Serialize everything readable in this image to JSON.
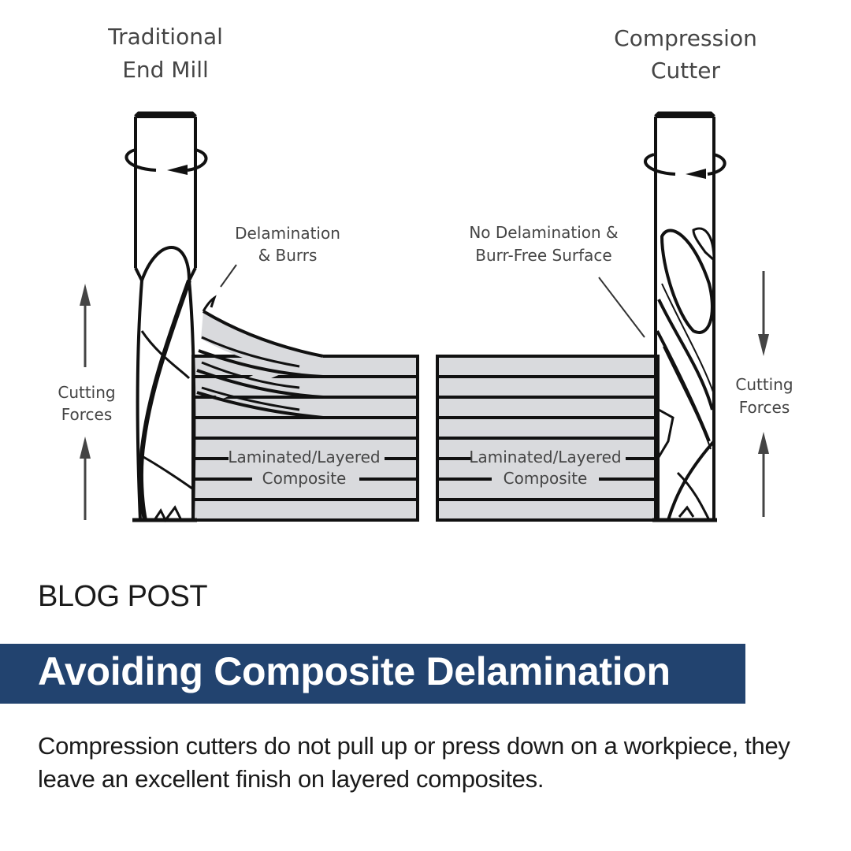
{
  "diagram": {
    "left_tool": {
      "title_line1": "Traditional",
      "title_line2": "End Mill",
      "callout_line1": "Delamination",
      "callout_line2": "& Burrs",
      "force_label_line1": "Cutting",
      "force_label_line2": "Forces",
      "force_direction": "both arrows pointing up",
      "material_line1": "Laminated/Layered",
      "material_line2": "Composite"
    },
    "right_tool": {
      "title_line1": "Compression",
      "title_line2": "Cutter",
      "callout_line1": "No Delamination &",
      "callout_line2": "Burr-Free Surface",
      "force_label_line1": "Cutting",
      "force_label_line2": "Forces",
      "force_direction": "arrows pointing toward each other",
      "material_line1": "Laminated/Layered",
      "material_line2": "Composite"
    },
    "icons": [
      "rotation-arrow-icon",
      "force-arrow-up-icon",
      "force-arrow-down-icon"
    ],
    "colors": {
      "outline": "#111111",
      "layer_fill": "#d9dadd",
      "label_text": "#454545"
    }
  },
  "post": {
    "kicker": "BLOG POST",
    "title": "Avoiding Composite Delamination",
    "description": "Compression cutters do not pull up or press down on a workpiece, they leave an excellent finish on layered composites.",
    "banner_color": "#22436f"
  }
}
